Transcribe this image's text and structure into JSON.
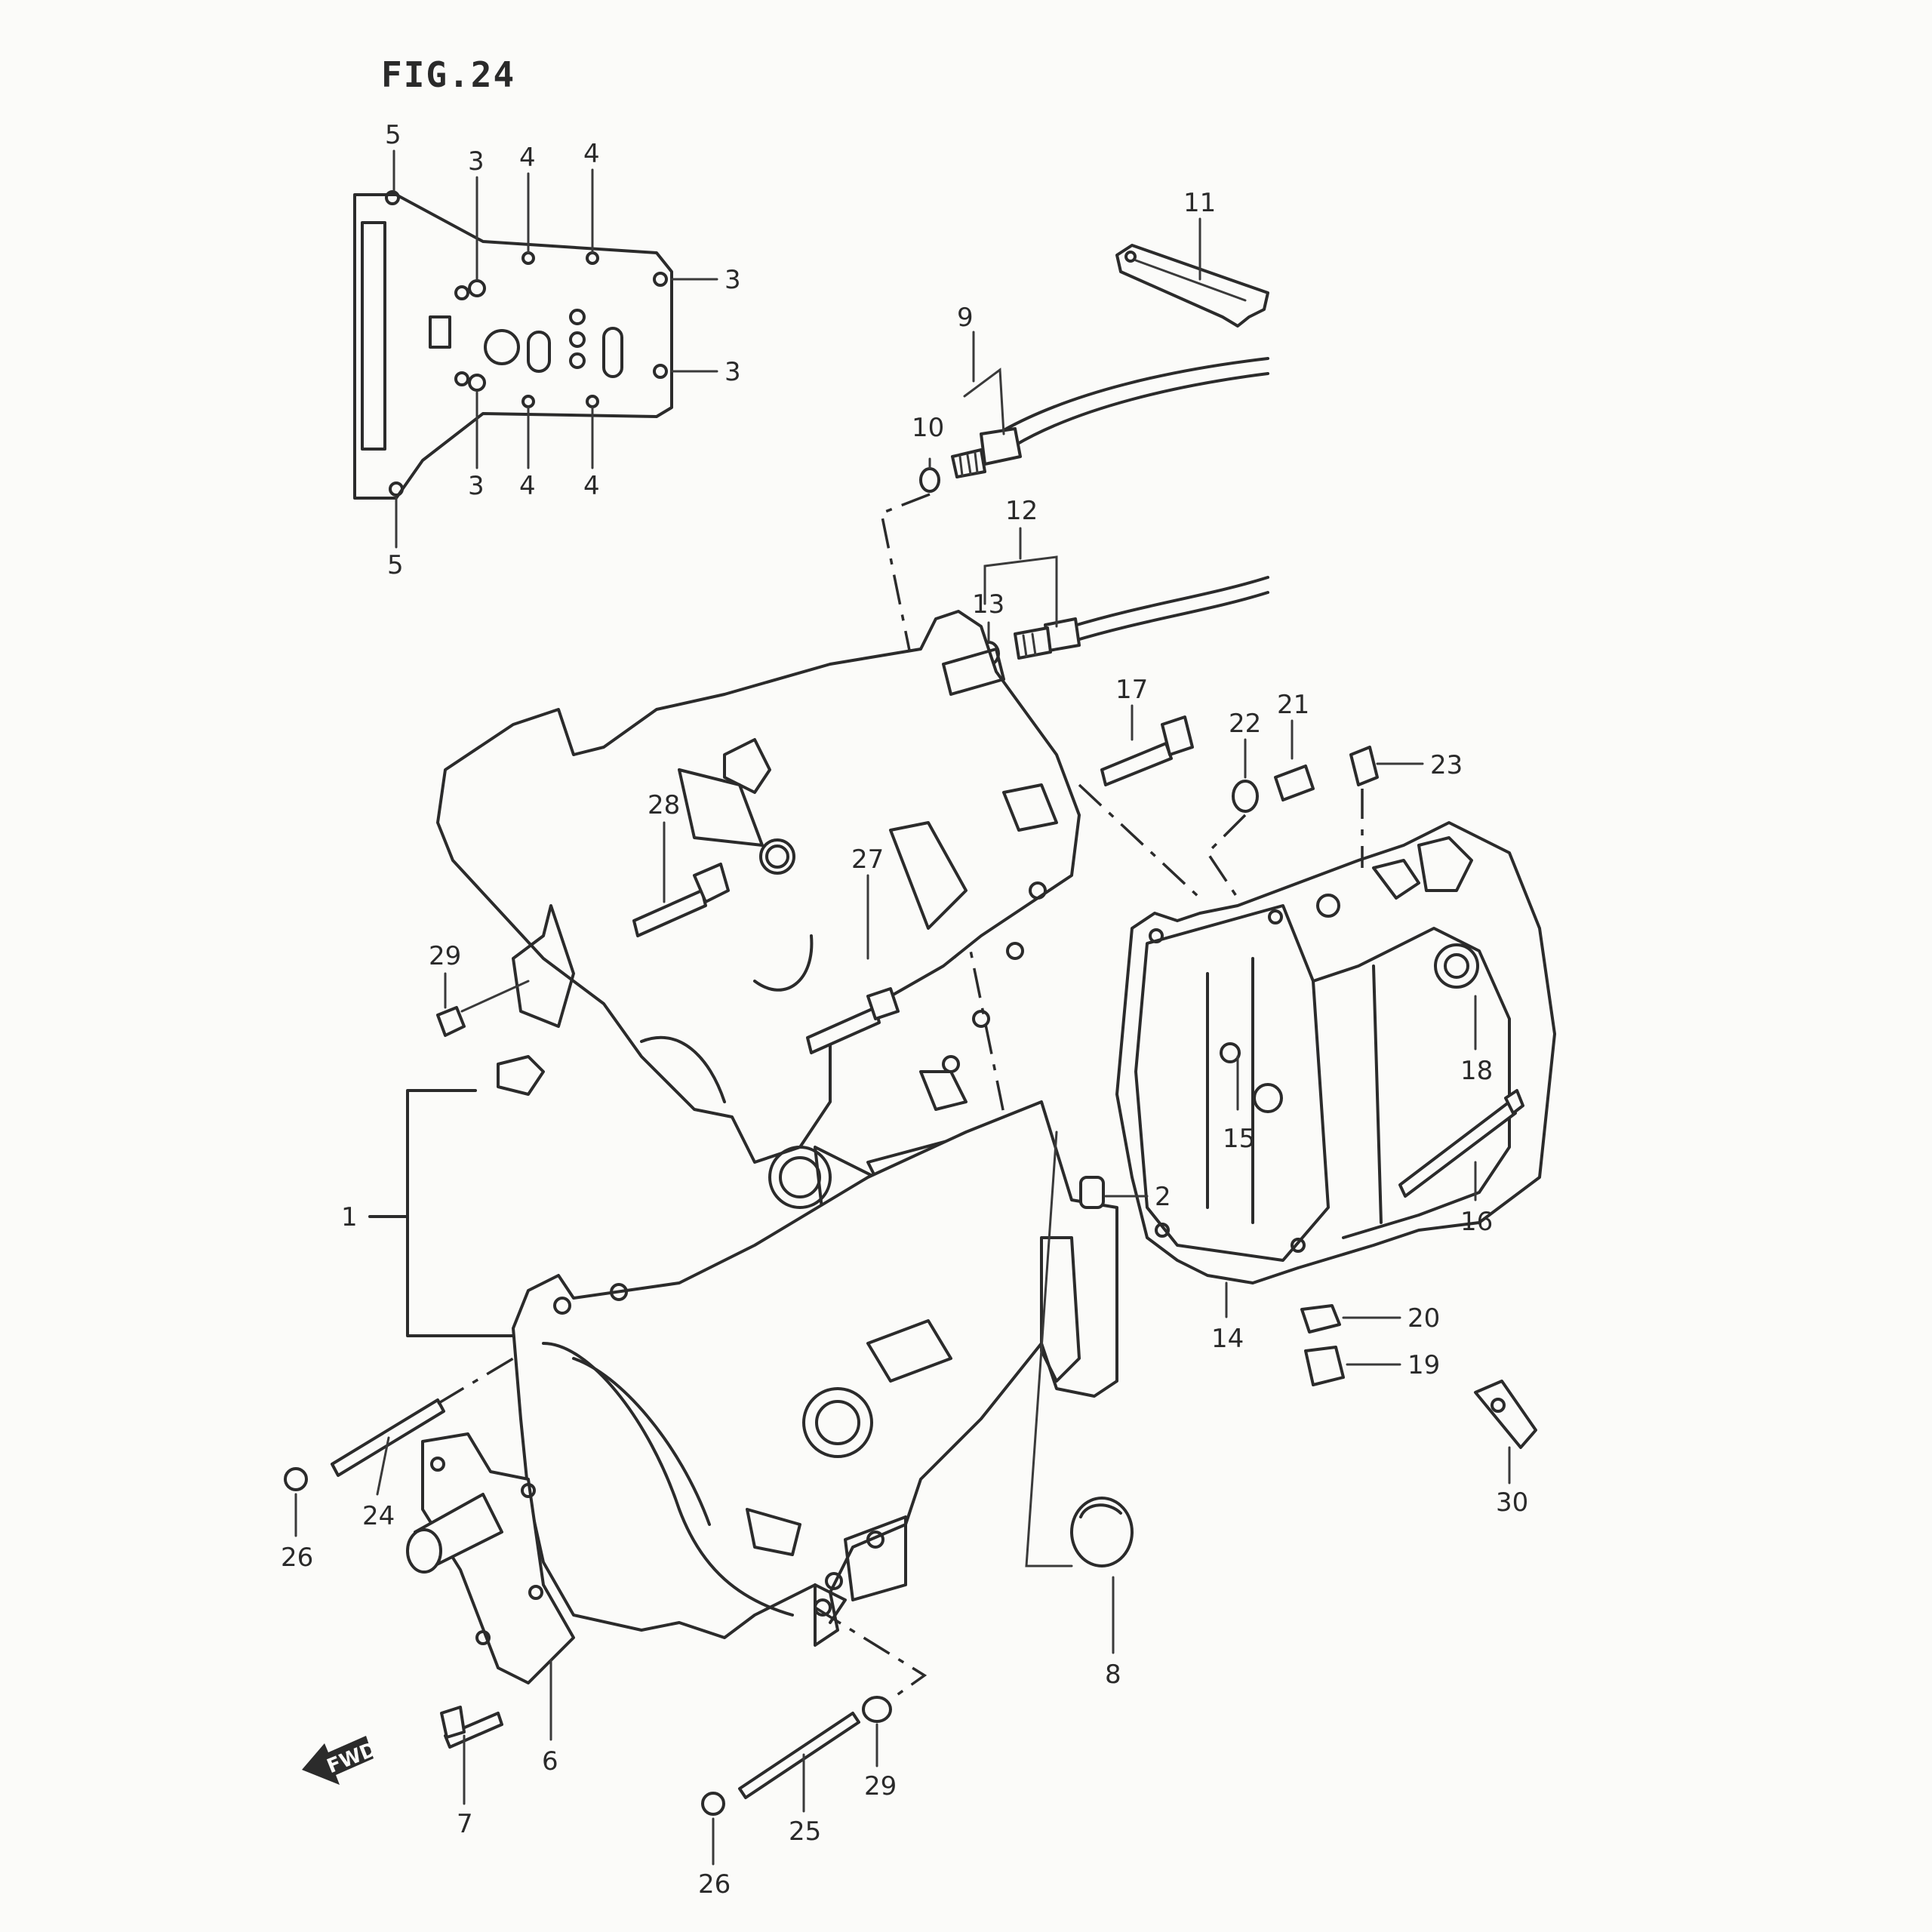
{
  "figure": {
    "title": "FIG.24",
    "fwd_label": "FWD"
  },
  "callouts": {
    "c1": "1",
    "c2": "2",
    "c3a": "3",
    "c3b": "3",
    "c3c": "3",
    "c3d": "3",
    "c4a": "4",
    "c4b": "4",
    "c4c": "4",
    "c4d": "4",
    "c5a": "5",
    "c5b": "5",
    "c6": "6",
    "c7": "7",
    "c8": "8",
    "c9": "9",
    "c10": "10",
    "c11": "11",
    "c12": "12",
    "c13": "13",
    "c14": "14",
    "c15": "15",
    "c16": "16",
    "c17": "17",
    "c18": "18",
    "c19": "19",
    "c20": "20",
    "c21": "21",
    "c22": "22",
    "c23": "23",
    "c24": "24",
    "c25": "25",
    "c26a": "26",
    "c26b": "26",
    "c27": "27",
    "c28": "28",
    "c29a": "29",
    "c29b": "29",
    "c30": "30"
  }
}
